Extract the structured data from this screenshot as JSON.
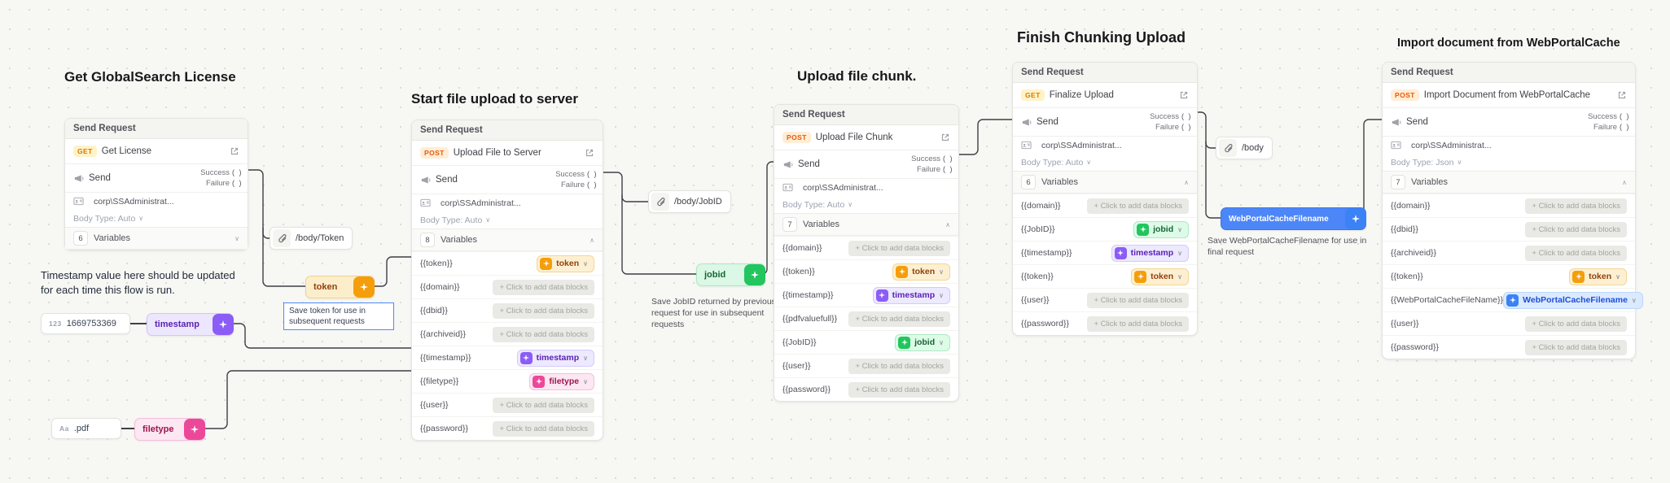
{
  "ui": {
    "port": "( )",
    "chevron_down": "∨",
    "chevron_up": "∧",
    "placeholder": "+ Click to add data blocks",
    "variables_label": "Variables"
  },
  "titles": {
    "t1": "Get GlobalSearch License",
    "t2": "Start file upload to server",
    "t3": "Upload file chunk.",
    "t4": "Finish Chunking Upload",
    "t5": "Import document from WebPortalCache"
  },
  "cards": [
    {
      "header": "Send Request",
      "method": "GET",
      "request_name": "Get License",
      "send": "Send",
      "success": "Success",
      "failure": "Failure",
      "identity": "corp\\SSAdministrat...",
      "body_type": "Body Type: Auto",
      "var_count": "6",
      "variables": []
    },
    {
      "header": "Send Request",
      "method": "POST",
      "request_name": "Upload File to Server",
      "send": "Send",
      "success": "Success",
      "failure": "Failure",
      "identity": "corp\\SSAdministrat...",
      "body_type": "Body Type: Auto",
      "var_count": "8",
      "variables": [
        {
          "key": "{{token}}",
          "value": "token"
        },
        {
          "key": "{{domain}}"
        },
        {
          "key": "{{dbid}}"
        },
        {
          "key": "{{archiveid}}"
        },
        {
          "key": "{{timestamp}}",
          "value": "timestamp"
        },
        {
          "key": "{{filetype}}",
          "value": "filetype"
        },
        {
          "key": "{{user}}"
        },
        {
          "key": "{{password}}"
        }
      ]
    },
    {
      "header": "Send Request",
      "method": "POST",
      "request_name": "Upload File Chunk",
      "send": "Send",
      "success": "Success",
      "failure": "Failure",
      "identity": "corp\\SSAdministrat...",
      "body_type": "Body Type: Auto",
      "var_count": "7",
      "variables": [
        {
          "key": "{{domain}}"
        },
        {
          "key": "{{token}}",
          "value": "token"
        },
        {
          "key": "{{timestamp}}",
          "value": "timestamp"
        },
        {
          "key": "{{pdfvaluefull}}"
        },
        {
          "key": "{{JobID}}",
          "value": "jobid"
        },
        {
          "key": "{{user}}"
        },
        {
          "key": "{{password}}"
        }
      ]
    },
    {
      "header": "Send Request",
      "method": "GET",
      "request_name": "Finalize Upload",
      "send": "Send",
      "success": "Success",
      "failure": "Failure",
      "identity": "corp\\SSAdministrat...",
      "body_type": "Body Type: Auto",
      "var_count": "6",
      "variables": [
        {
          "key": "{{domain}}"
        },
        {
          "key": "{{JobID}}",
          "value": "jobid"
        },
        {
          "key": "{{timestamp}}",
          "value": "timestamp"
        },
        {
          "key": "{{token}}",
          "value": "token"
        },
        {
          "key": "{{user}}"
        },
        {
          "key": "{{password}}"
        }
      ]
    },
    {
      "header": "Send Request",
      "method": "POST",
      "request_name": "Import Document from WebPortalCache",
      "send": "Send",
      "success": "Success",
      "failure": "Failure",
      "identity": "corp\\SSAdministrat...",
      "body_type": "Body Type: Json",
      "var_count": "7",
      "variables": [
        {
          "key": "{{domain}}"
        },
        {
          "key": "{{dbid}}"
        },
        {
          "key": "{{archiveid}}"
        },
        {
          "key": "{{token}}",
          "value": "token"
        },
        {
          "key": "{{WebPortalCacheFileName}}",
          "value": "WebPortalCacheFilename"
        },
        {
          "key": "{{user}}"
        },
        {
          "key": "{{password}}"
        }
      ]
    }
  ],
  "nodes": {
    "body_token_path": "/body/Token",
    "token_pill": "token",
    "timestamp_source": {
      "type": "123",
      "value": "1669753369"
    },
    "timestamp_pill": "timestamp",
    "filetype_source": {
      "type": "Aa",
      "value": ".pdf"
    },
    "filetype_pill": "filetype",
    "body_jobid_path": "/body/JobID",
    "jobid_pill": "jobid",
    "body_path": "/body",
    "wpcf_pill": "WebPortalCacheFilename"
  },
  "notes": {
    "timestamp": "Timestamp value here should be updated for each time this flow is run.",
    "token": "Save token for use in subsequent requests",
    "jobid": "Save JobID returned by previous request for use in subsequent requests",
    "wpcf": "Save WebPortalCacheFilename for use in final request"
  }
}
